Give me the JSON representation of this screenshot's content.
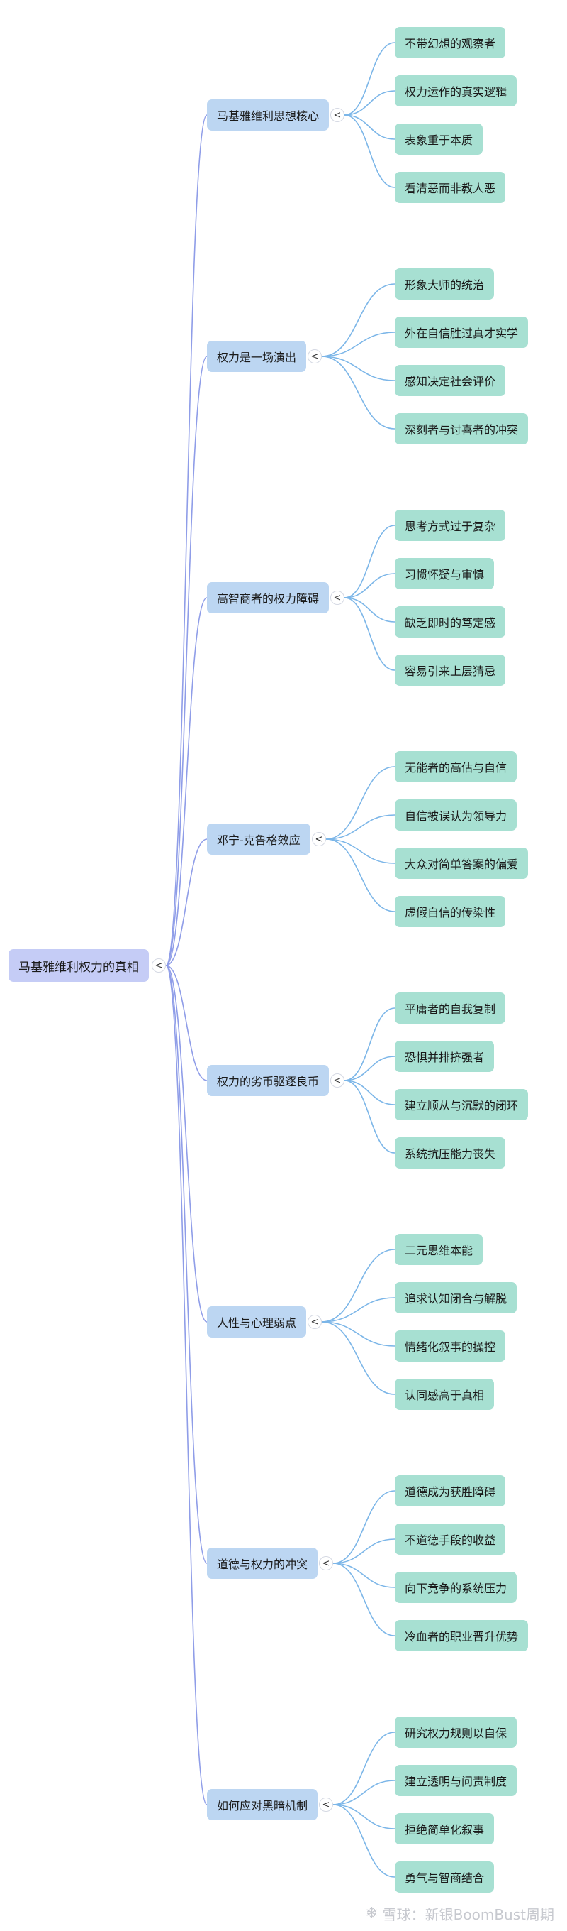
{
  "root": {
    "label": "马基雅维利权力的真相"
  },
  "branches": [
    {
      "label": "马基雅维利思想核心",
      "children": [
        "不带幻想的观察者",
        "权力运作的真实逻辑",
        "表象重于本质",
        "看清恶而非教人恶"
      ]
    },
    {
      "label": "权力是一场演出",
      "children": [
        "形象大师的统治",
        "外在自信胜过真才实学",
        "感知决定社会评价",
        "深刻者与讨喜者的冲突"
      ]
    },
    {
      "label": "高智商者的权力障碍",
      "children": [
        "思考方式过于复杂",
        "习惯怀疑与审慎",
        "缺乏即时的笃定感",
        "容易引来上层猜忌"
      ]
    },
    {
      "label": "邓宁-克鲁格效应",
      "children": [
        "无能者的高估与自信",
        "自信被误认为领导力",
        "大众对简单答案的偏爱",
        "虚假自信的传染性"
      ]
    },
    {
      "label": "权力的劣币驱逐良币",
      "children": [
        "平庸者的自我复制",
        "恐惧并排挤强者",
        "建立顺从与沉默的闭环",
        "系统抗压能力丧失"
      ]
    },
    {
      "label": "人性与心理弱点",
      "children": [
        "二元思维本能",
        "追求认知闭合与解脱",
        "情绪化叙事的操控",
        "认同感高于真相"
      ]
    },
    {
      "label": "道德与权力的冲突",
      "children": [
        "道德成为获胜障碍",
        "不道德手段的收益",
        "向下竞争的系统压力",
        "冷血者的职业晋升优势"
      ]
    },
    {
      "label": "如何应对黑暗机制",
      "children": [
        "研究权力规则以自保",
        "建立透明与问责制度",
        "拒绝简单化叙事",
        "勇气与智商结合"
      ]
    }
  ],
  "toggle_glyph": "<",
  "watermark": {
    "icon": "snowball-logo-icon",
    "text": "雪球：新银BoomBust周期"
  },
  "colors": {
    "root": "#c5ccf6",
    "branch": "#bcd6f2",
    "leaf": "#a7e0d2",
    "link_root": "#8f9de8",
    "link_branch": "#7cb6e8"
  }
}
